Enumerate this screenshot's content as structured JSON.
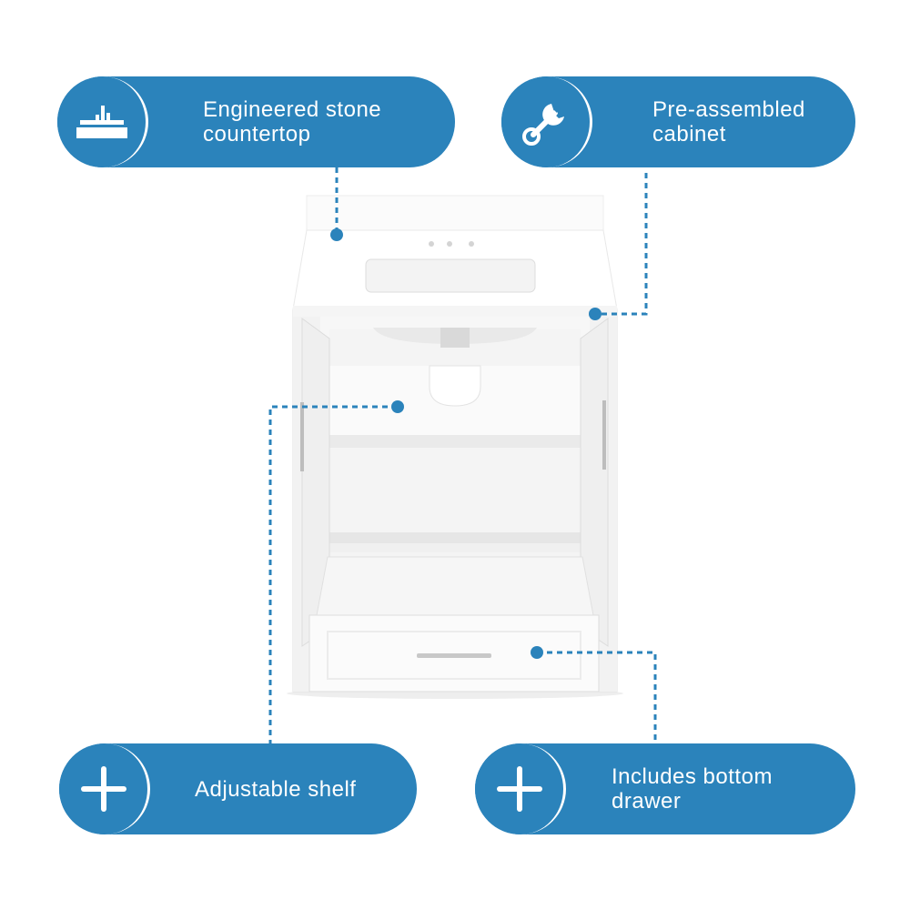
{
  "colors": {
    "accent": "#2b83bb",
    "callout_text": "#ffffff",
    "leader_line": "#2b83bb"
  },
  "callouts": [
    {
      "label": "Engineered stone\ncountertop",
      "icon": "countertop-icon"
    },
    {
      "label": "Pre-assembled\ncabinet",
      "icon": "wrench-icon"
    },
    {
      "label": "Adjustable shelf",
      "icon": "plus-icon"
    },
    {
      "label": "Includes bottom\ndrawer",
      "icon": "plus-icon"
    }
  ],
  "product": {
    "subject": "white bathroom vanity with open doors and drawer",
    "icons": [
      "countertop-icon",
      "wrench-icon",
      "plus-icon"
    ]
  }
}
